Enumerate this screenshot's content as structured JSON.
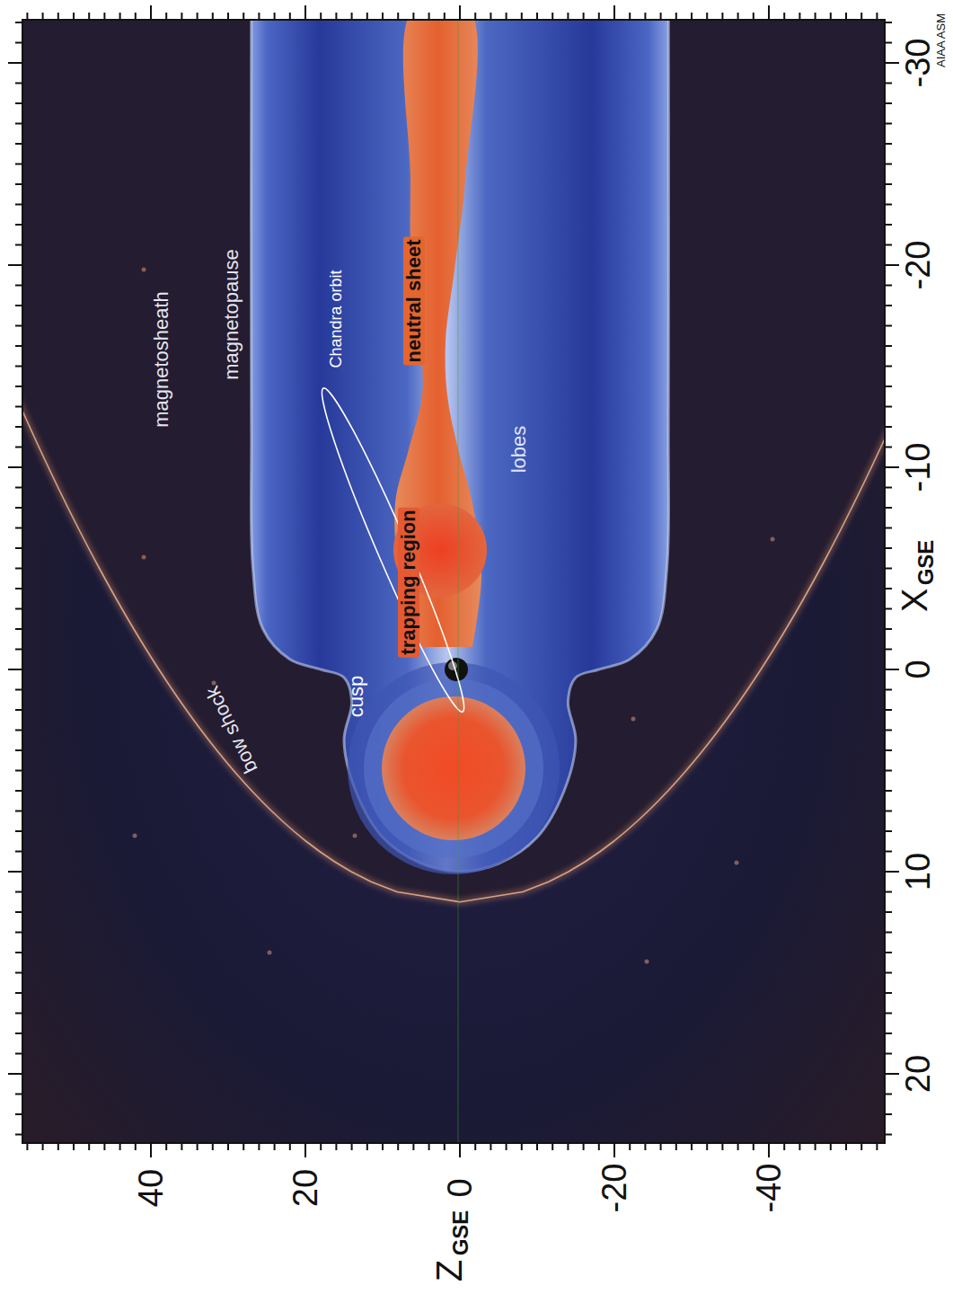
{
  "diagram": {
    "labels": [
      "magnetosheath",
      "magnetopause",
      "bow shock",
      "cusp",
      "Chandra orbit",
      "trapping region",
      "neutral sheet",
      "lobes",
      "20",
      "10",
      "0",
      "-10",
      "-20",
      "-30",
      "X",
      "GSE",
      "40",
      "20",
      "0",
      "-20",
      "-40",
      "Z",
      "GSE",
      "AIAA ASM"
    ]
  }
}
